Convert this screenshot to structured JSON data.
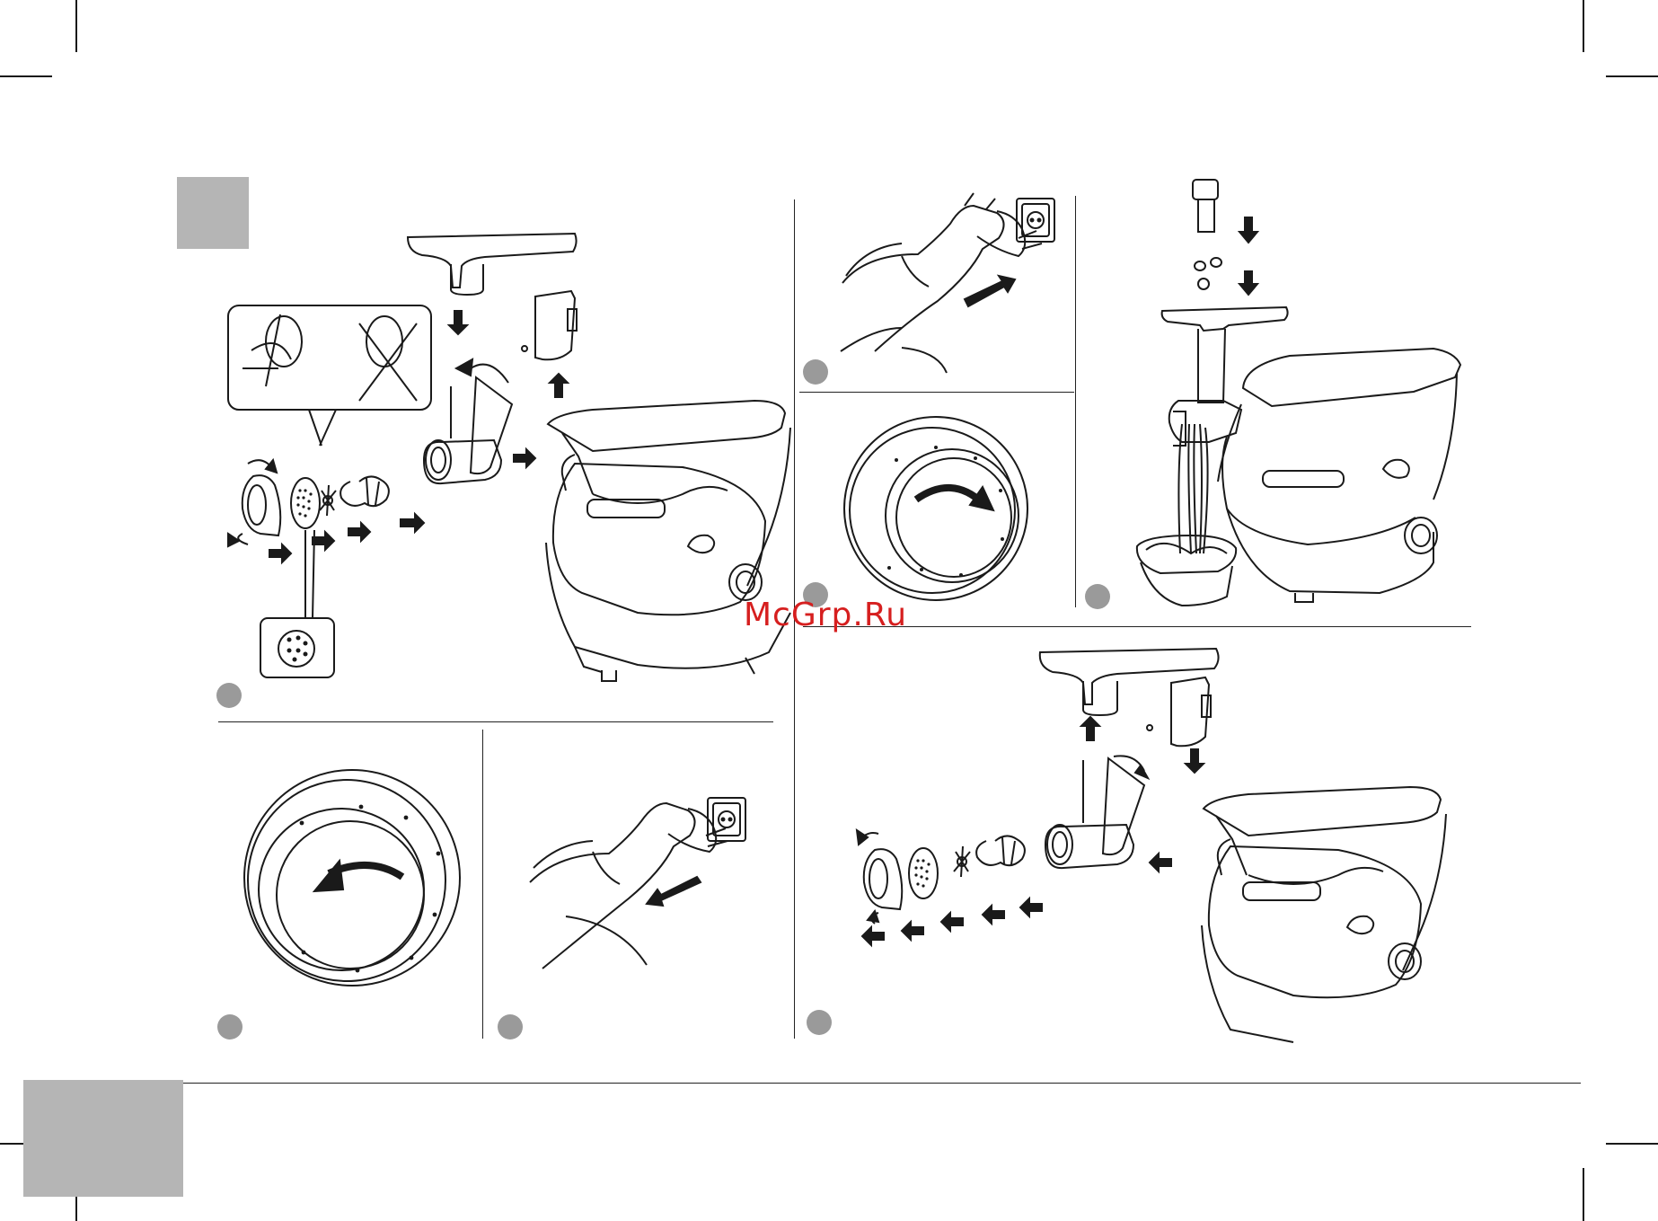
{
  "watermark": "McGrp.Ru",
  "colors": {
    "line": "#1a1a1a",
    "step_marker": "#9a9a9a",
    "section_block": "#b5b5b5",
    "watermark": "#d61f1f"
  },
  "panels": [
    {
      "id": "assembly",
      "icon": "meat-grinder-assembly-illustration"
    },
    {
      "id": "plug-in",
      "icon": "plug-into-socket-illustration"
    },
    {
      "id": "dial-clockwise",
      "icon": "speed-dial-clockwise-illustration"
    },
    {
      "id": "mincing",
      "icon": "mincing-with-pusher-illustration"
    },
    {
      "id": "dial-counterclockwise",
      "icon": "speed-dial-counterclockwise-illustration"
    },
    {
      "id": "unplug",
      "icon": "unplug-from-socket-illustration"
    },
    {
      "id": "disassembly",
      "icon": "meat-grinder-disassembly-illustration"
    }
  ]
}
